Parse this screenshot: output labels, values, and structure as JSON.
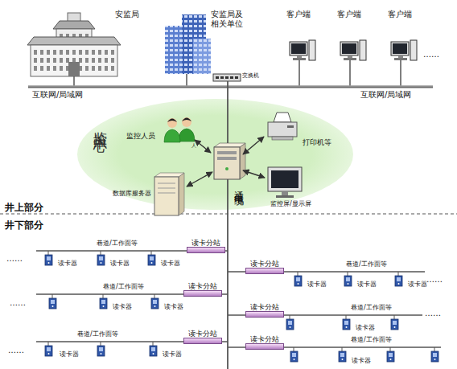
{
  "diagram": {
    "nodes": [
      {
        "text": [
          "安监局"
        ]
      },
      {
        "text": [
          "安监局及相关单位"
        ]
      },
      {
        "text": [
          "客户端"
        ]
      },
      {
        "text": [
          "客户端"
        ]
      },
      {
        "text": [
          "客户端"
        ]
      },
      {
        "text": [
          "交换机"
        ]
      },
      {
        "text": [
          "监控中心"
        ]
      },
      {
        "text": [
          "监控人员"
        ],
        "in": 6
      },
      {
        "text": [
          "打印机等"
        ],
        "in": 6
      },
      {
        "text": [
          "数据库服务器"
        ],
        "in": 6
      },
      {
        "text": [
          "监控屏/显示屏"
        ],
        "in": 6
      },
      {
        "text": [
          "读卡分站"
        ]
      },
      {
        "text": [
          "读卡分站"
        ]
      },
      {
        "text": [
          "读卡分站"
        ]
      },
      {
        "text": [
          "读卡分站"
        ]
      },
      {
        "text": [
          "读卡分站"
        ]
      },
      {
        "text": [
          "读卡分站"
        ]
      }
    ],
    "labels": [
      "互联网/局域网",
      "互联网/局域网",
      "……",
      "人",
      "井上部分",
      "井下部分",
      "通信电缆",
      "巷道/工作面等",
      "读卡器",
      "读卡器",
      "读卡器",
      "……",
      "巷道/工作面等",
      "读卡器",
      "读卡器",
      "读卡器",
      "……",
      "巷道/工作面等",
      "读卡器",
      "读卡器",
      "……",
      "巷道/工作面等",
      "读卡器",
      "……",
      "巷道/工作面等",
      "读卡器",
      "读卡器",
      "……",
      "巷道/工作面等",
      "读卡器"
    ]
  }
}
